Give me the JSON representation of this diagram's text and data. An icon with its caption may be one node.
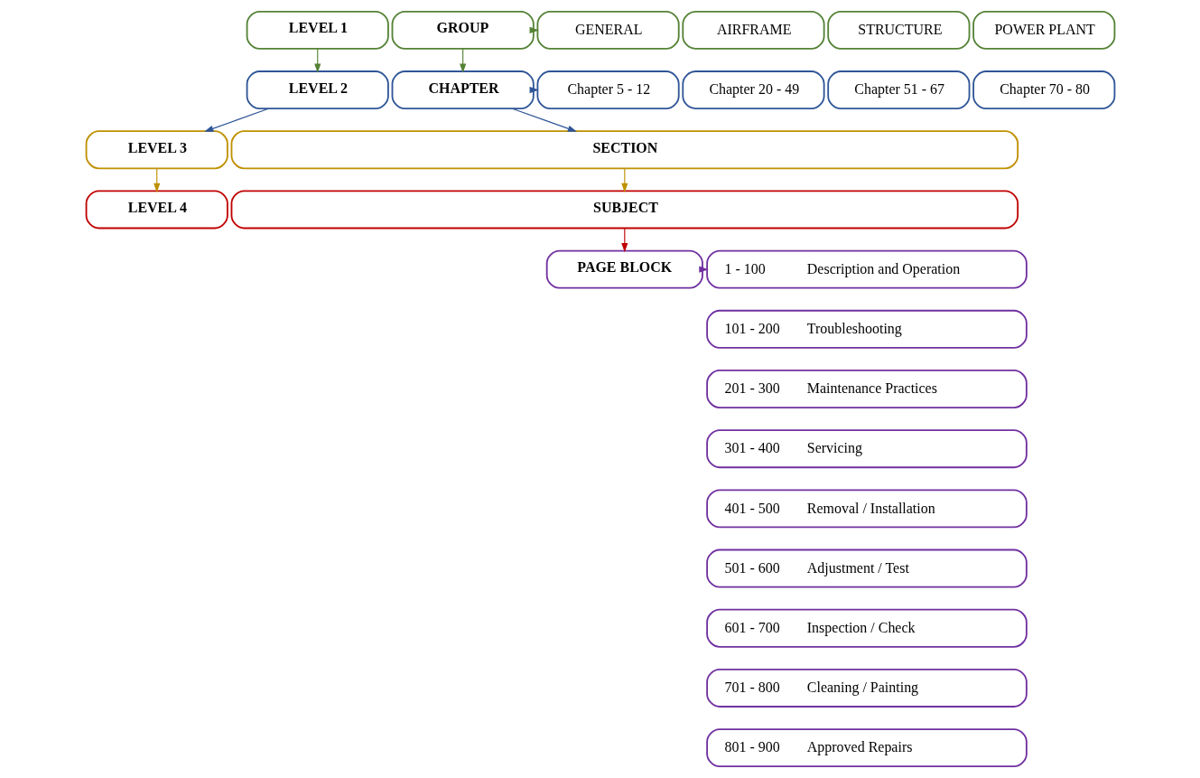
{
  "diagram": {
    "nodes": [
      {
        "text": [
          "LEVEL 1"
        ]
      },
      {
        "text": [
          "LEVEL 2"
        ]
      },
      {
        "text": [
          "LEVEL 3"
        ]
      },
      {
        "text": [
          "LEVEL 4"
        ]
      },
      {
        "text": [
          "GROUP"
        ]
      },
      {
        "text": [
          "GENERAL"
        ]
      },
      {
        "text": [
          "AIRFRAME"
        ]
      },
      {
        "text": [
          "STRUCTURE"
        ]
      },
      {
        "text": [
          "POWER PLANT"
        ]
      },
      {
        "text": [
          "CHAPTER"
        ]
      },
      {
        "text": [
          "Chapter 5 - 12"
        ]
      },
      {
        "text": [
          "Chapter 20 - 49"
        ]
      },
      {
        "text": [
          "Chapter 51 - 67"
        ]
      },
      {
        "text": [
          "Chapter 70 - 80"
        ]
      },
      {
        "text": [
          "SECTION"
        ]
      },
      {
        "text": [
          "SUBJECT"
        ]
      },
      {
        "text": [
          "PAGE BLOCK"
        ]
      },
      {
        "text": [
          "1 - 100",
          "Description and Operation"
        ]
      },
      {
        "text": [
          "101 - 200",
          "Troubleshooting"
        ]
      },
      {
        "text": [
          "201 - 300",
          "Maintenance Practices"
        ]
      },
      {
        "text": [
          "301 - 400",
          "Servicing"
        ]
      },
      {
        "text": [
          "401 - 500",
          "Removal / Installation"
        ]
      },
      {
        "text": [
          "501 - 600",
          "Adjustment / Test"
        ]
      },
      {
        "text": [
          "601 - 700",
          "Inspection / Check"
        ]
      },
      {
        "text": [
          "701 - 800",
          "Cleaning / Painting"
        ]
      },
      {
        "text": [
          "801 - 900",
          "Approved Repairs"
        ]
      }
    ],
    "edges": [
      {
        "from": 0,
        "to": 1,
        "arrow": "to",
        "color": "#548235"
      },
      {
        "from": 1,
        "to": 2,
        "arrow": "to",
        "color": "#2f5597"
      },
      {
        "from": 2,
        "to": 3,
        "arrow": "to",
        "color": "#bf9000"
      },
      {
        "from": 4,
        "to": 5,
        "arrow": "to",
        "color": "#548235"
      },
      {
        "from": 4,
        "to": 9,
        "arrow": "to",
        "color": "#548235"
      },
      {
        "from": 9,
        "to": 10,
        "arrow": "to",
        "color": "#2f5597"
      },
      {
        "from": 9,
        "to": 14,
        "arrow": "to",
        "color": "#2f5597"
      },
      {
        "from": 14,
        "to": 15,
        "arrow": "to",
        "color": "#bf9000"
      },
      {
        "from": 15,
        "to": 16,
        "arrow": "to",
        "color": "#c00000"
      },
      {
        "from": 16,
        "to": 17,
        "arrow": "to",
        "color": "#7030a0"
      }
    ]
  }
}
